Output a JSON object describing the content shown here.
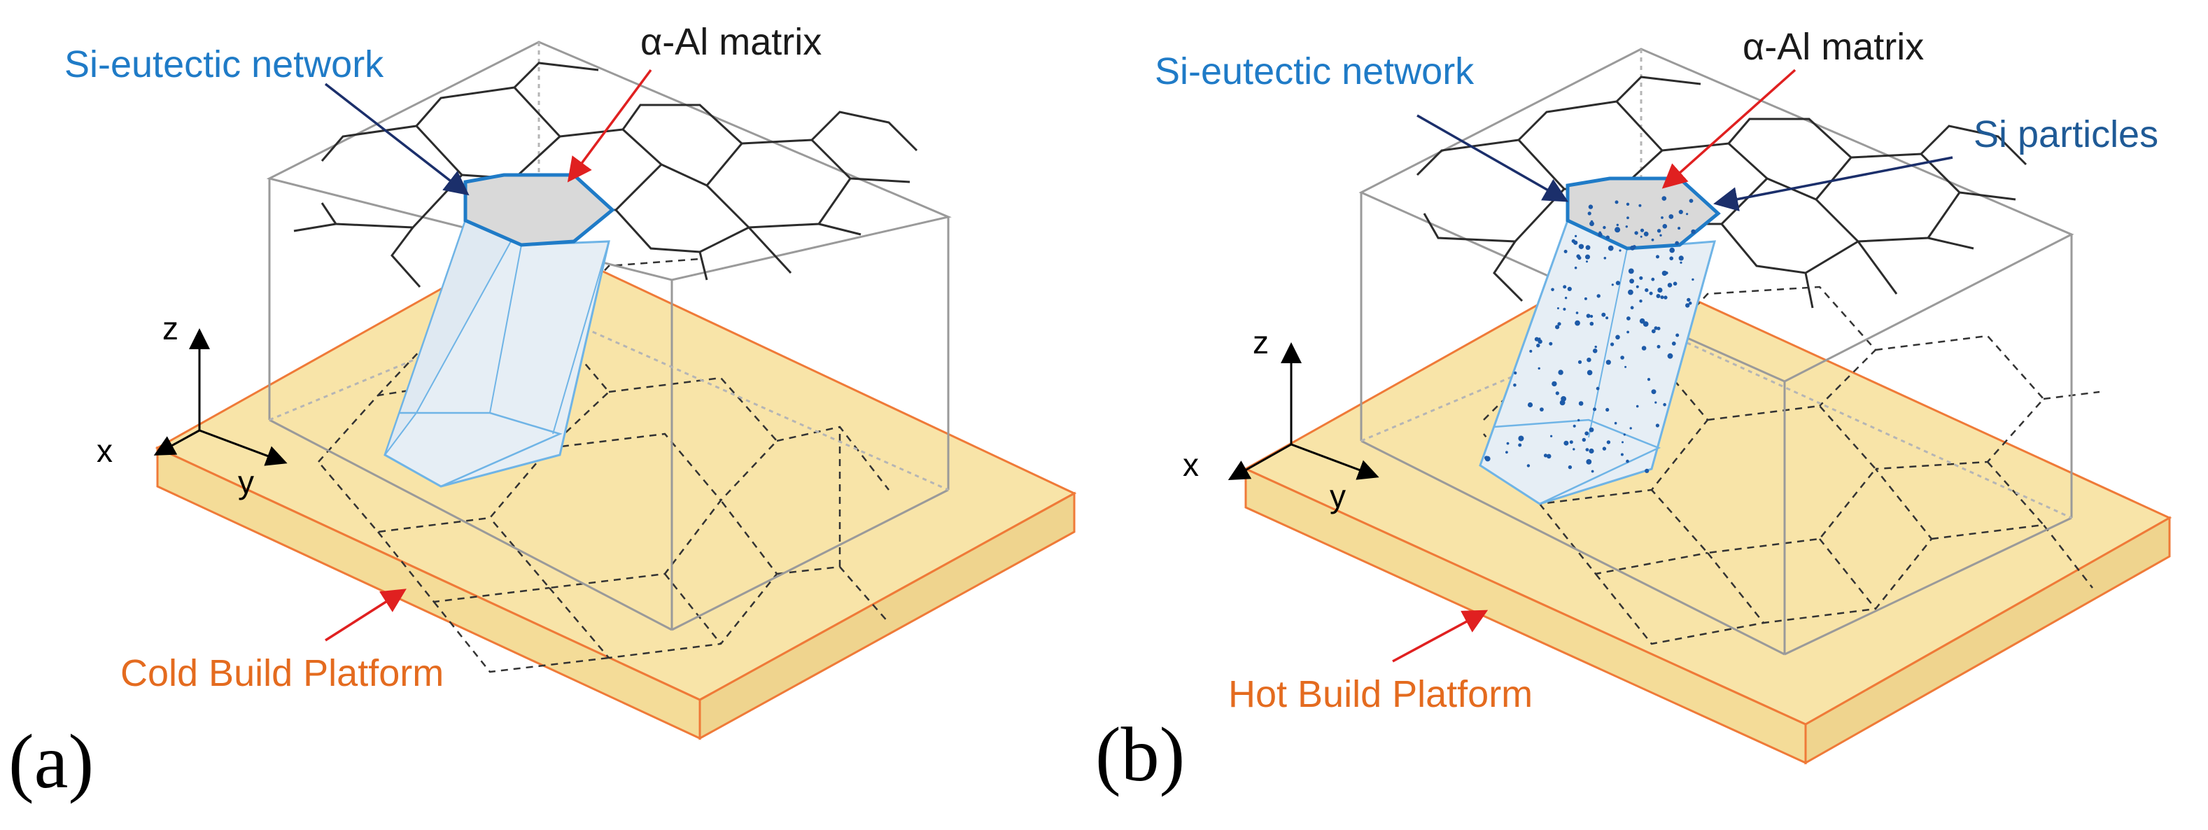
{
  "panels": [
    {
      "id": "a",
      "letter": "(a)",
      "network_label": "Si-eutectic network",
      "matrix_label": "α-Al matrix",
      "particles_label": "",
      "platform_label": "Cold Build Platform",
      "axes": {
        "z": "z",
        "x": "x",
        "y": "y"
      }
    },
    {
      "id": "b",
      "letter": "(b)",
      "network_label": "Si-eutectic network",
      "matrix_label": "α-Al matrix",
      "particles_label": "Si particles",
      "platform_label": "Hot Build Platform",
      "axes": {
        "z": "z",
        "x": "x",
        "y": "y"
      }
    }
  ],
  "colors": {
    "network_label": "#1f7bc7",
    "particles_label": "#1f5a96",
    "platform_label": "#e46b1f",
    "platform_fill": "#f8e4a8",
    "platform_edge": "#ef7a38",
    "cell_fill": "#d9d9d9",
    "column_edge": "#6fb4e6",
    "column_fill": "#e6eef5",
    "hex_edge": "#2c2c2c",
    "box_edge": "#9a9a9a",
    "red_arrow": "#e02020",
    "navy_arrow": "#1b2f6b",
    "particles": "#1d5aa8"
  }
}
